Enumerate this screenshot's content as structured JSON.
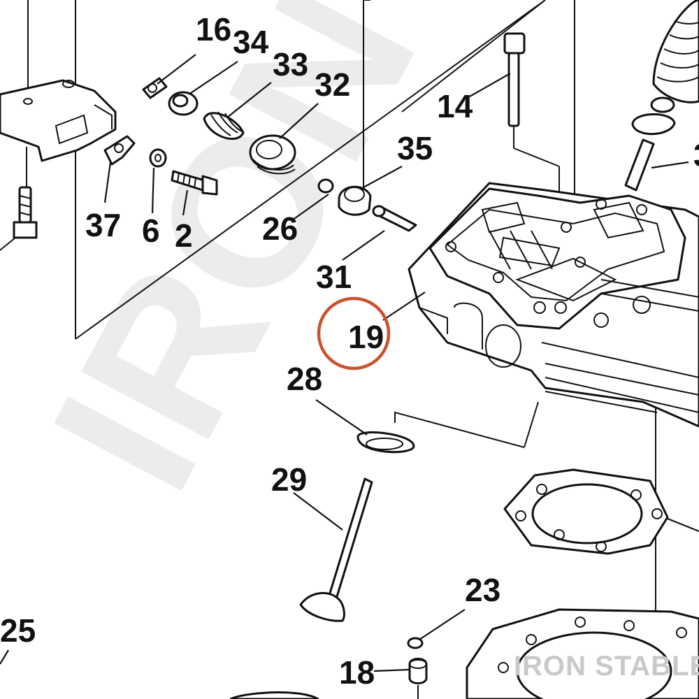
{
  "watermark": {
    "text": "IRON STA"
  },
  "brand": {
    "text": "IRON STABLE"
  },
  "highlight": {
    "callout": "19",
    "color": "#c8532e"
  },
  "callouts": {
    "c16": "16",
    "c34": "34",
    "c33": "33",
    "c32": "32",
    "c14": "14",
    "c35": "35",
    "c37": "37",
    "c6": "6",
    "c2": "2",
    "c26": "26",
    "c31": "31",
    "c19": "19",
    "c28": "28",
    "c29": "29",
    "c23": "23",
    "c25": "25",
    "c18": "18",
    "c3x": "3"
  }
}
